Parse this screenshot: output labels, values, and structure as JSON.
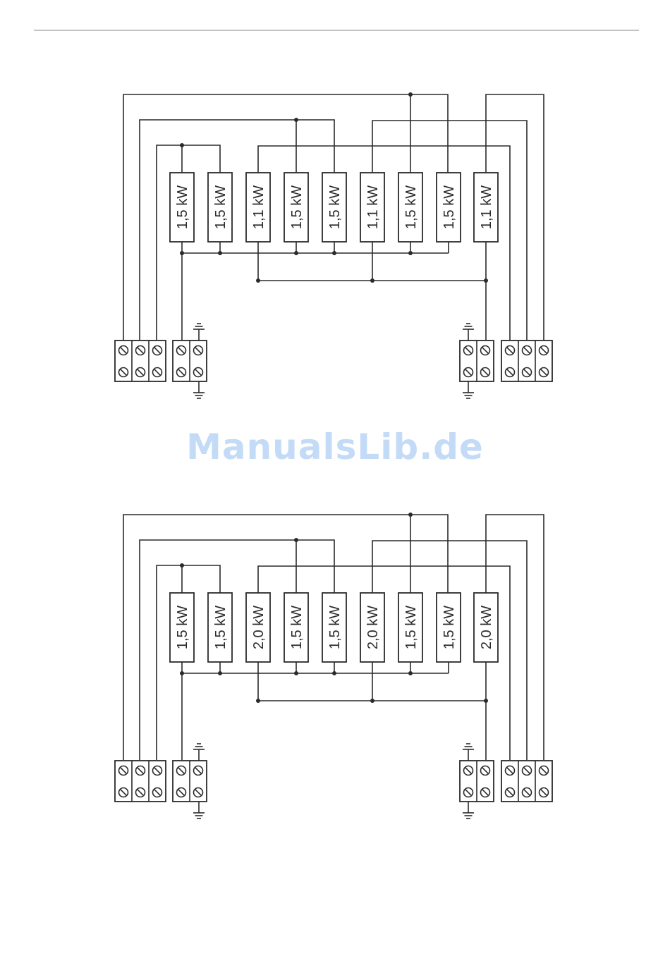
{
  "watermark": {
    "text": "ManualsLib.de",
    "color": "#c3dbf6"
  },
  "diagrams": [
    {
      "heaters": [
        "1,5 kW",
        "1,5 kW",
        "1,1 kW",
        "1,5 kW",
        "1,5 kW",
        "1,1 kW",
        "1,5 kW",
        "1,5 kW",
        "1,1 kW"
      ]
    },
    {
      "heaters": [
        "1,5 kW",
        "1,5 kW",
        "2,0 kW",
        "1,5 kW",
        "1,5 kW",
        "2,0 kW",
        "1,5 kW",
        "1,5 kW",
        "2,0 kW"
      ]
    }
  ],
  "icons": [
    "ground-symbol-icon",
    "screw-terminal-icon"
  ],
  "colors": {
    "line": "#2a2a2a",
    "rule": "#c4c4c4"
  }
}
